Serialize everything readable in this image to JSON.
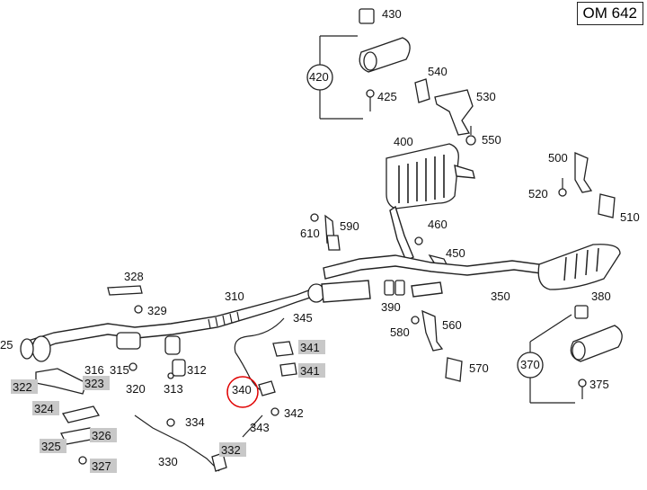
{
  "engine_code": "OM 642",
  "highlighted_part": "340",
  "callouts": {
    "p430": "430",
    "p420": "420",
    "p425": "425",
    "p540": "540",
    "p530": "530",
    "p550": "550",
    "p400": "400",
    "p500": "500",
    "p520": "520",
    "p510": "510",
    "p610": "610",
    "p590": "590",
    "p460": "460",
    "p450": "450",
    "p328": "328",
    "p329": "329",
    "p310": "310",
    "p345": "345",
    "p390": "390",
    "p350": "350",
    "p380": "380",
    "p560": "560",
    "p580": "580",
    "p570": "570",
    "p370": "370",
    "p375": "375",
    "p341a": "341",
    "p341b": "341",
    "p340": "340",
    "p342": "342",
    "p343": "343",
    "p325a": "25",
    "p322": "322",
    "p323": "323",
    "p316": "316",
    "p315": "315",
    "p312": "312",
    "p320": "320",
    "p313": "313",
    "p324": "324",
    "p334": "334",
    "p325": "325",
    "p326": "326",
    "p327": "327",
    "p330": "330",
    "p332": "332"
  }
}
